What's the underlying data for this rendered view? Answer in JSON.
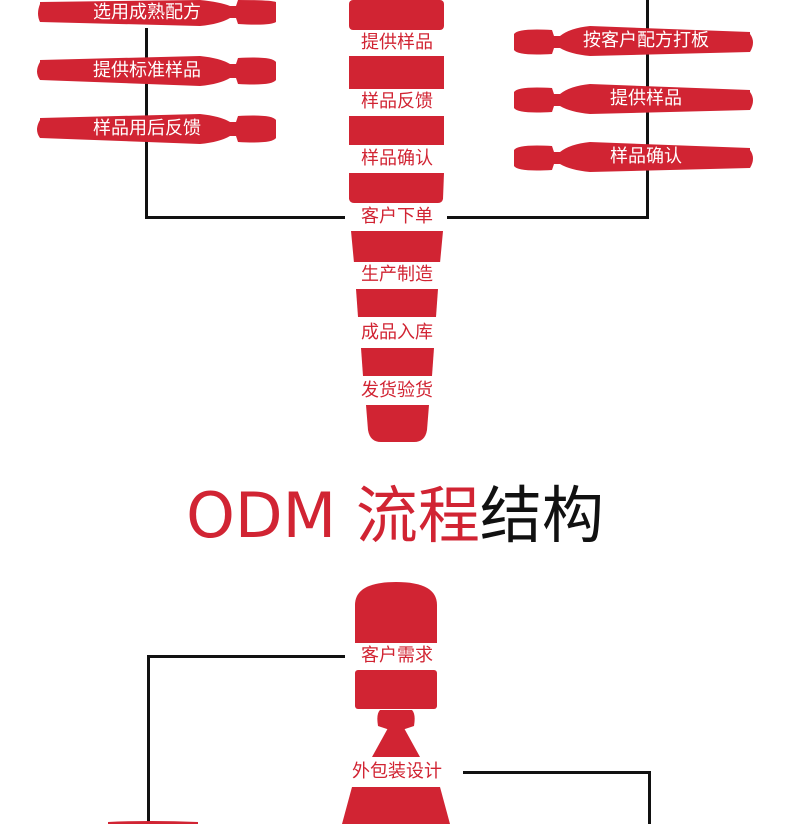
{
  "colors": {
    "accent": "#d12433",
    "line": "#111111",
    "background": "#ffffff"
  },
  "oem": {
    "left_branch": [
      "选用成熟配方",
      "提供标准样品",
      "样品用后反馈"
    ],
    "center_steps": [
      "提供样品",
      "样品反馈",
      "样品确认",
      "客户下单",
      "生产制造",
      "成品入库",
      "发货验货"
    ],
    "right_branch": [
      "按客户配方打板",
      "提供样品",
      "样品确认"
    ]
  },
  "odm_title": {
    "prefix": "ODM ",
    "highlight": "流程",
    "suffix": "结构"
  },
  "odm": {
    "center_steps": [
      "客户需求",
      "外包装设计"
    ]
  }
}
